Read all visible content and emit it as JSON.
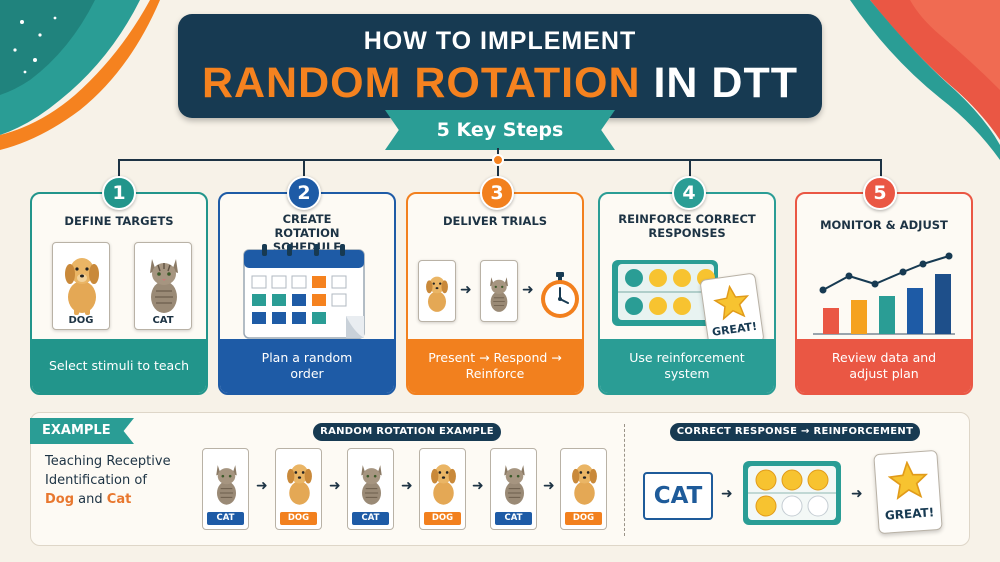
{
  "header": {
    "title_line1": "HOW TO IMPLEMENT",
    "title_highlight": "RANDOM ROTATION",
    "title_rest": "IN DTT",
    "subtitle": "5 Key Steps"
  },
  "colors": {
    "navy": "#173a52",
    "teal": "#2a9d95",
    "blue": "#1e5b9a",
    "orange": "#f5821f",
    "red": "#ea5744",
    "gold": "#f7c330"
  },
  "steps": [
    {
      "num": "1",
      "title": "DEFINE TARGETS",
      "desc": "Select stimuli to teach",
      "color": "#22958b",
      "img_labels": [
        "DOG",
        "CAT"
      ]
    },
    {
      "num": "2",
      "title": "CREATE ROTATION SCHEDULE",
      "desc": "Plan a random order",
      "color": "#1e5ba6"
    },
    {
      "num": "3",
      "title": "DELIVER TRIALS",
      "desc": "Present → Respond → Reinforce",
      "color": "#f2801e"
    },
    {
      "num": "4",
      "title": "REINFORCE CORRECT RESPONSES",
      "desc": "Use reinforcement system",
      "color": "#2a9d95",
      "badge": "GREAT!"
    },
    {
      "num": "5",
      "title": "MONITOR & ADJUST",
      "desc": "Review data and adjust plan",
      "color": "#ea5744"
    }
  ],
  "example": {
    "tag": "EXAMPLE",
    "text_line1": "Teaching Receptive",
    "text_line2": "Identification of",
    "word_dog": "Dog",
    "word_and": "and",
    "word_cat": "Cat",
    "rotation_title": "RANDOM ROTATION EXAMPLE",
    "sequence": [
      "CAT",
      "DOG",
      "CAT",
      "DOG",
      "CAT",
      "DOG"
    ],
    "response_title": "CORRECT RESPONSE → REINFORCEMENT",
    "response_word": "CAT",
    "badge": "GREAT!"
  }
}
